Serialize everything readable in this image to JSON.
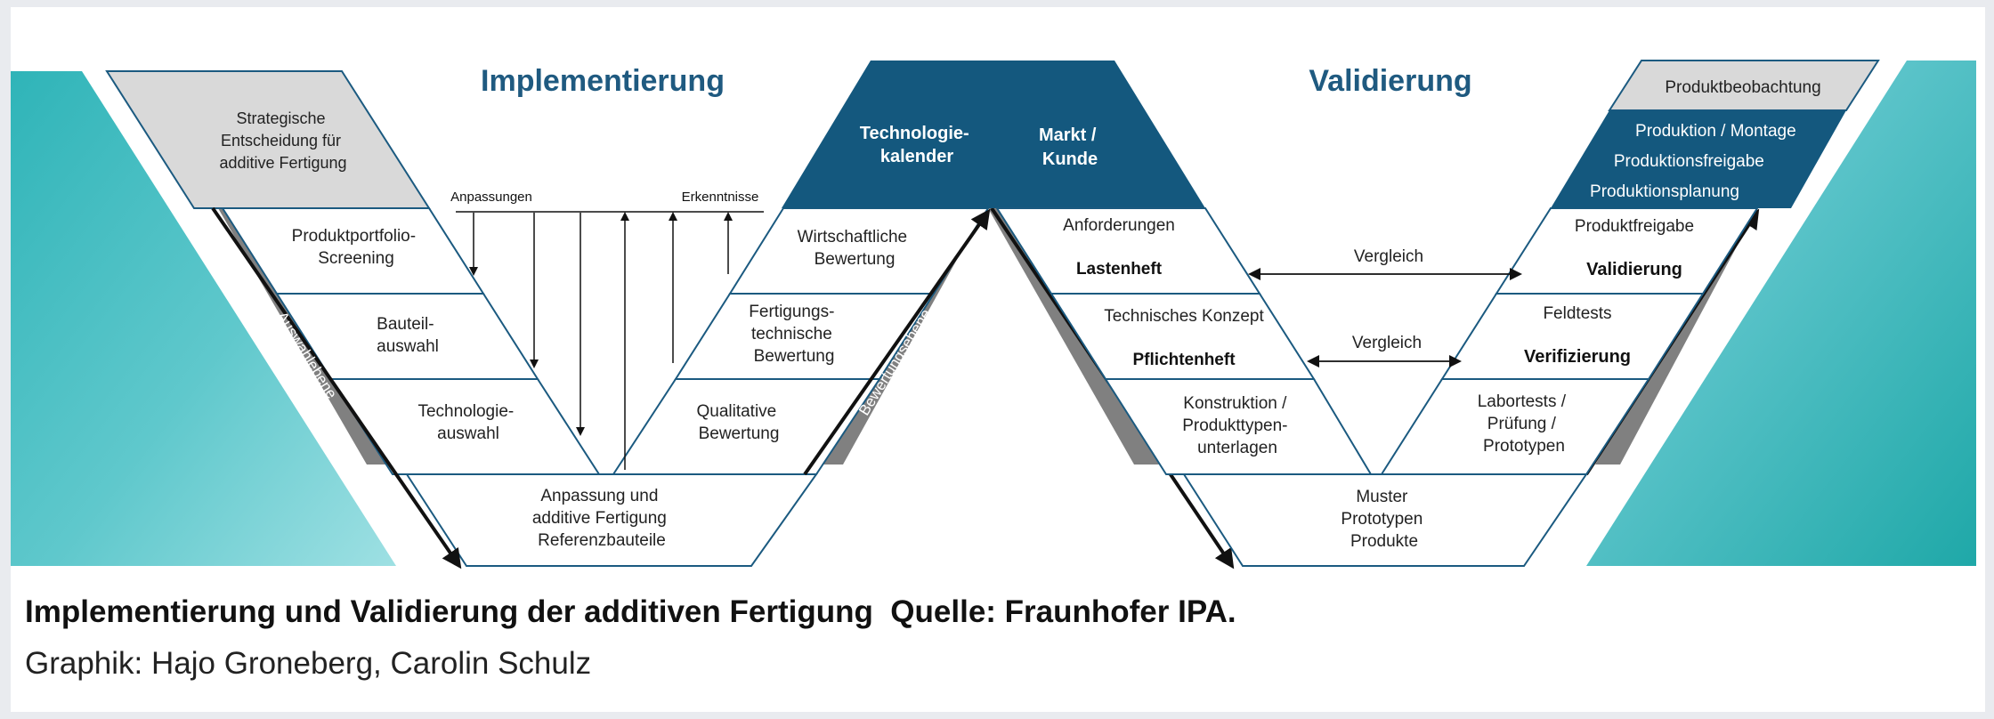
{
  "headings": {
    "left": "Implementierung",
    "right": "Validierung"
  },
  "left_v": {
    "top_box": [
      "Strategische",
      "Entscheidung für",
      "additive Fertigung"
    ],
    "left_arm": [
      [
        "Produktportfolio-",
        "Screening"
      ],
      [
        "Bauteil-",
        "auswahl"
      ],
      [
        "Technologie-",
        "auswahl"
      ]
    ],
    "right_arm": [
      [
        "Wirtschaftliche",
        "Bewertung"
      ],
      [
        "Fertigungs-",
        "technische",
        "Bewertung"
      ],
      [
        "Qualitative",
        "Bewertung"
      ]
    ],
    "bottom_box": [
      "Anpassung und",
      "additive Fertigung",
      "Referenzbauteile"
    ],
    "label_down": "Anpassungen",
    "label_up": "Erkenntnisse",
    "side_left": "Auswahlebene",
    "side_right": "Bewertungsebene"
  },
  "middle": {
    "box_left": [
      "Technologie-",
      "kalender"
    ],
    "box_right": [
      "Markt /",
      "Kunde"
    ]
  },
  "right_v": {
    "left_arm": [
      {
        "top": "Anforderungen",
        "bold": "Lastenheft"
      },
      {
        "top": "Technisches Konzept",
        "bold": "Pflichtenheft"
      },
      {
        "lines": [
          "Konstruktion /",
          "Produkttypen-",
          "unterlagen"
        ]
      }
    ],
    "right_arm": [
      {
        "top": "Produktfreigabe",
        "bold": "Validierung"
      },
      {
        "top": "Feldtests",
        "bold": "Verifizierung"
      },
      {
        "lines": [
          "Labortests /",
          "Prüfung /",
          "Prototypen"
        ]
      }
    ],
    "bottom_box": [
      "Muster",
      "Prototypen",
      "Produkte"
    ],
    "compare_1": "Vergleich",
    "compare_2": "Vergleich",
    "top_grey": "Produktbeobachtung",
    "top_dark": [
      "Produktion / Montage",
      "Produktionsfreigabe",
      "Produktionsplanung"
    ]
  },
  "caption": {
    "line1": "Implementierung und Validierung der additiven Fertigung  Quelle: Fraunhofer IPA.",
    "line2": "Graphik: Hajo Groneberg, Carolin Schulz"
  },
  "colors": {
    "dark_blue": "#14587e",
    "heading_blue": "#1f5a80",
    "grey_box": "#d9d9d9",
    "shadow_grey": "#7f7f7f",
    "teal_dark": "#1aa5a8",
    "teal_light": "#8fd7dc"
  }
}
